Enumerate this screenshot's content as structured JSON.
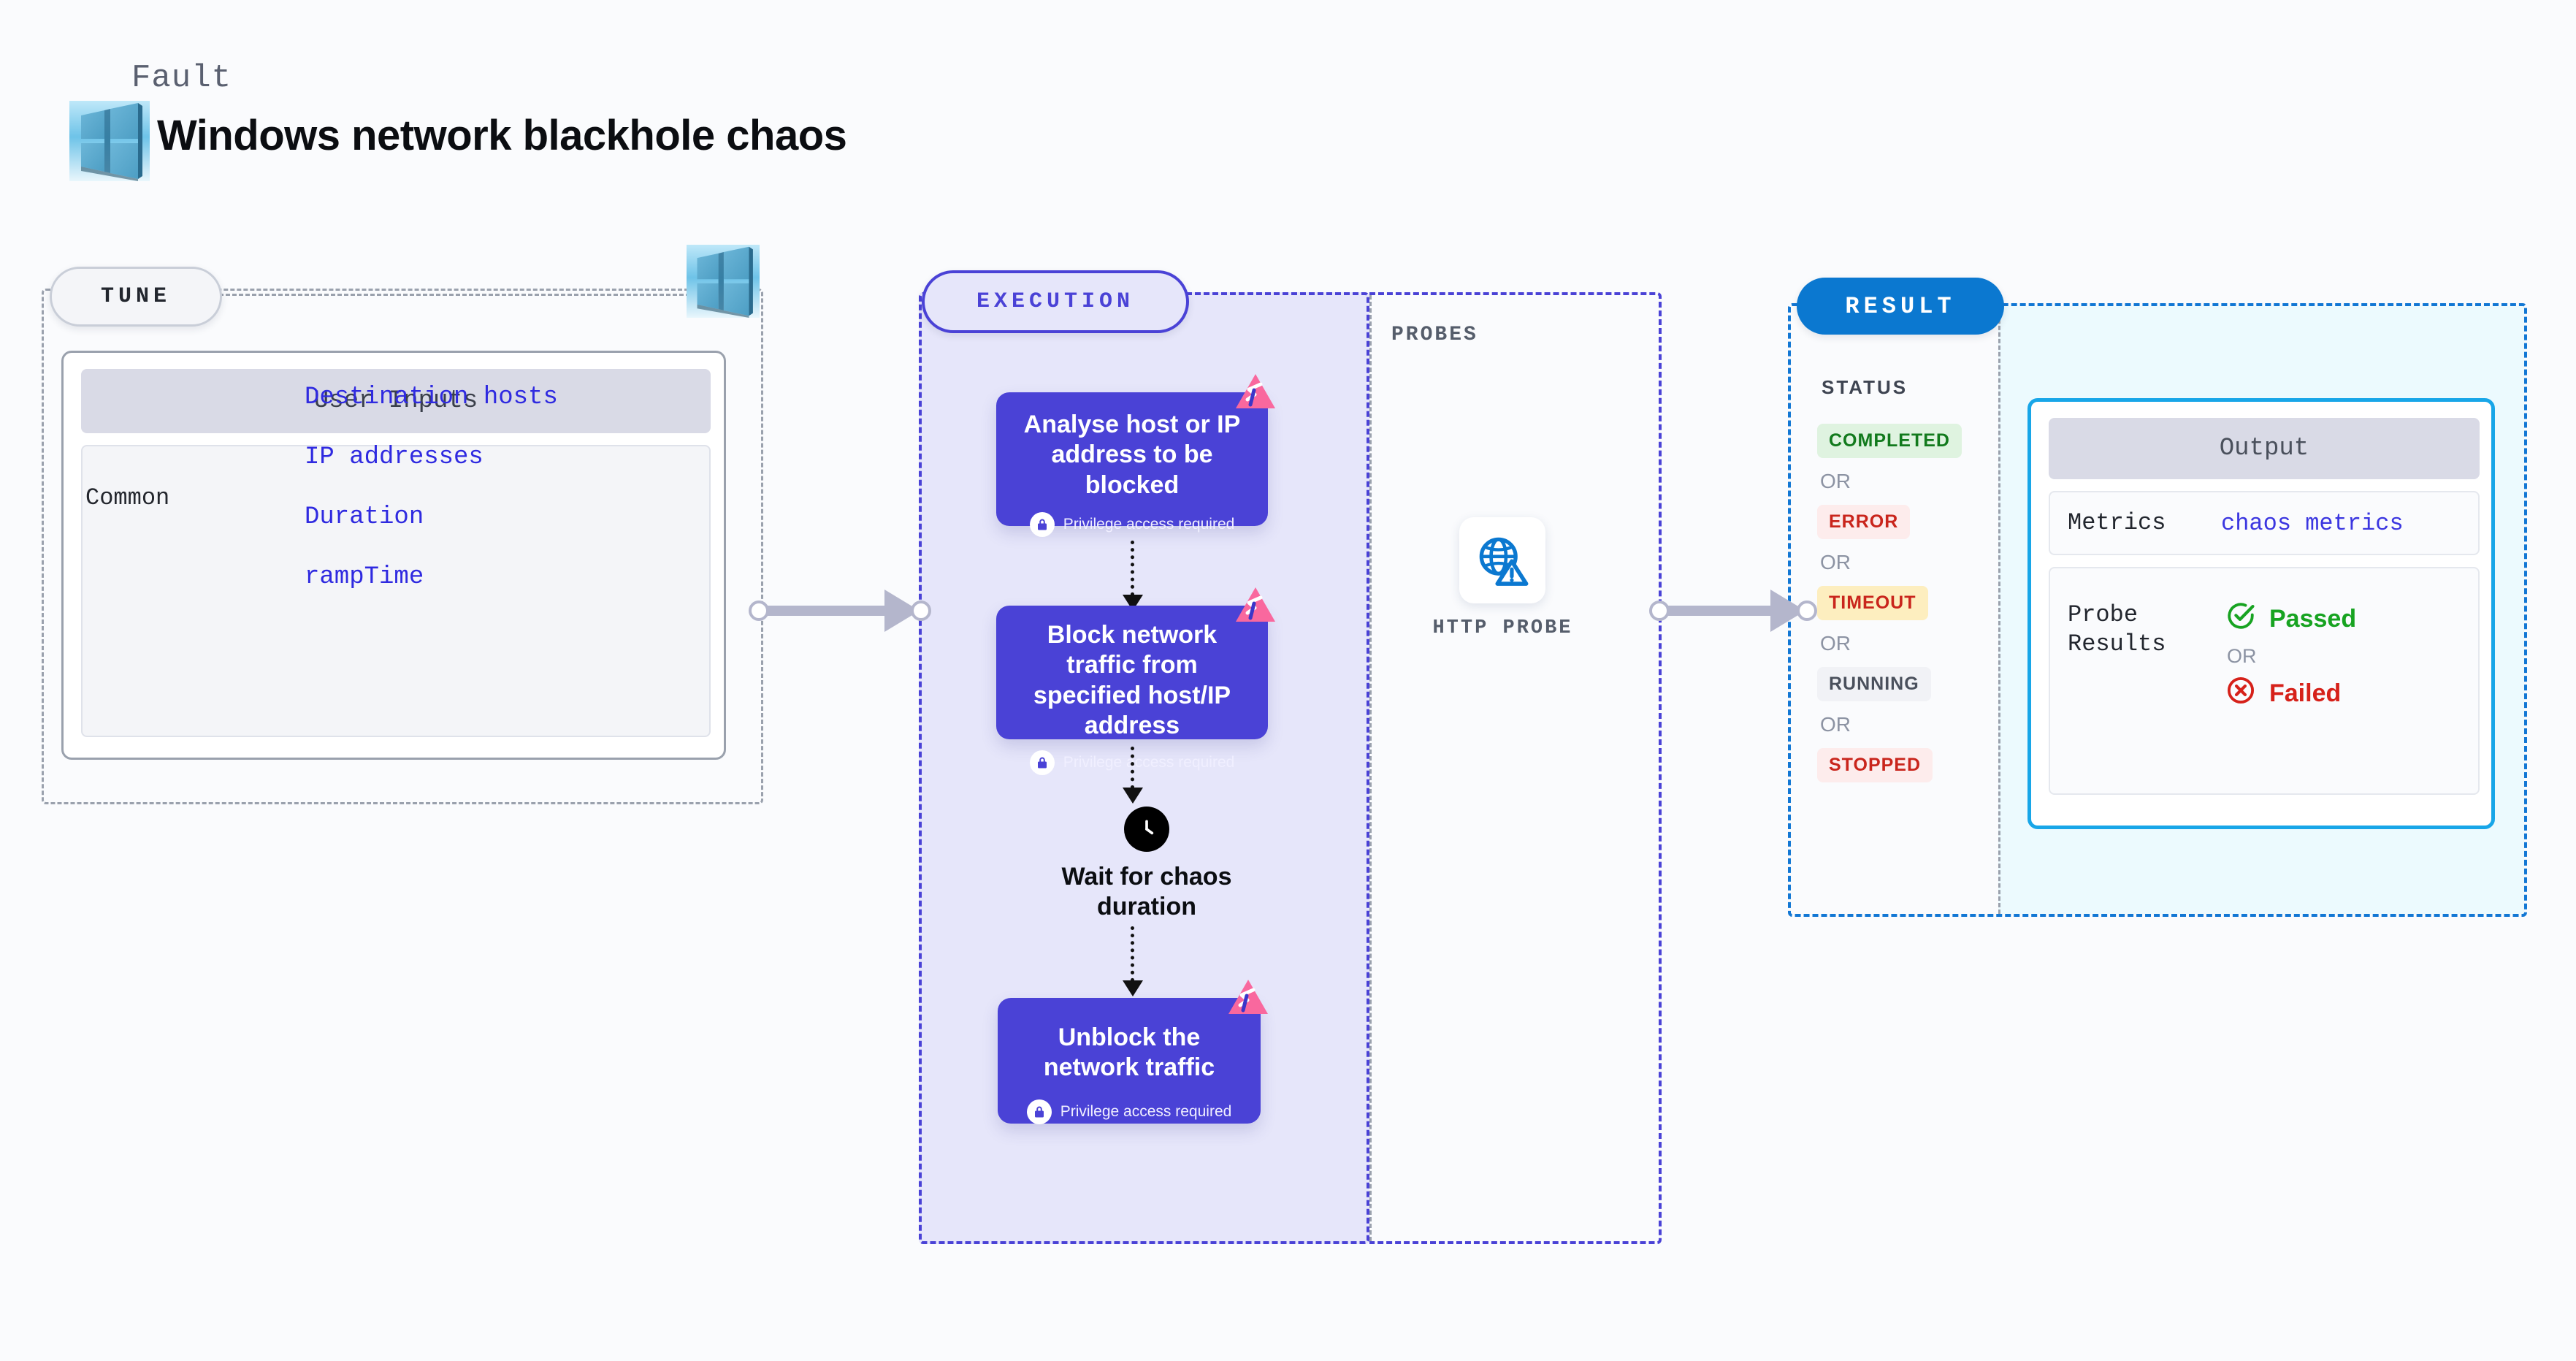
{
  "header": {
    "kicker": "Fault",
    "title": "Windows network blackhole chaos",
    "logo_icon": "windows-logo-icon"
  },
  "tune": {
    "pill_label": "TUNE",
    "platform_icon": "windows-logo-icon",
    "card": {
      "header": "User Inputs",
      "group_label": "Common",
      "params": [
        "Destination hosts",
        "IP addresses",
        "Duration",
        "rampTime"
      ]
    }
  },
  "execution": {
    "pill_label": "EXECUTION",
    "steps": [
      {
        "title": "Analyse host or IP address to be blocked",
        "privilege": "Privilege access required",
        "lock_icon": "lock-icon",
        "brand_icon": "litmus-mark-icon"
      },
      {
        "title": "Block network traffic from specified host/IP address",
        "privilege": "Privilege access required",
        "lock_icon": "lock-icon",
        "brand_icon": "litmus-mark-icon"
      },
      {
        "title": "Unblock the network traffic",
        "privilege": "Privilege access required",
        "lock_icon": "lock-icon",
        "brand_icon": "litmus-mark-icon"
      }
    ],
    "wait": {
      "icon": "clock-icon",
      "label": "Wait for chaos duration"
    }
  },
  "probes": {
    "title": "PROBES",
    "items": [
      {
        "label": "HTTP PROBE",
        "icon": "globe-warning-icon"
      }
    ]
  },
  "result": {
    "pill_label": "RESULT",
    "status_title": "STATUS",
    "or_label": "OR",
    "statuses": [
      {
        "label": "COMPLETED",
        "bg": "#dff3e0",
        "fg": "#127a1d"
      },
      {
        "label": "ERROR",
        "bg": "#fdecec",
        "fg": "#c9251c"
      },
      {
        "label": "TIMEOUT",
        "bg": "#fdeebf",
        "fg": "#c9251c"
      },
      {
        "label": "RUNNING",
        "bg": "#f1f2f6",
        "fg": "#4a505c"
      },
      {
        "label": "STOPPED",
        "bg": "#fdecec",
        "fg": "#c9251c"
      }
    ],
    "output": {
      "header": "Output",
      "metrics_key": "Metrics",
      "metrics_value": "chaos metrics",
      "probe_results_key": "Probe Results",
      "or_label": "OR",
      "passed_label": "Passed",
      "failed_label": "Failed",
      "passed_icon": "check-circle-icon",
      "failed_icon": "x-circle-icon"
    }
  },
  "colors": {
    "accent_purple": "#4a42d6",
    "accent_blue": "#0b78d0",
    "accent_cyan": "#18a6e8",
    "brand_pink": "#f9689e",
    "link_blue": "#2f2ae0",
    "exec_bg": "#e6e6fa",
    "result_bg": "#ecfafe",
    "page_bg": "#fafbfd"
  }
}
